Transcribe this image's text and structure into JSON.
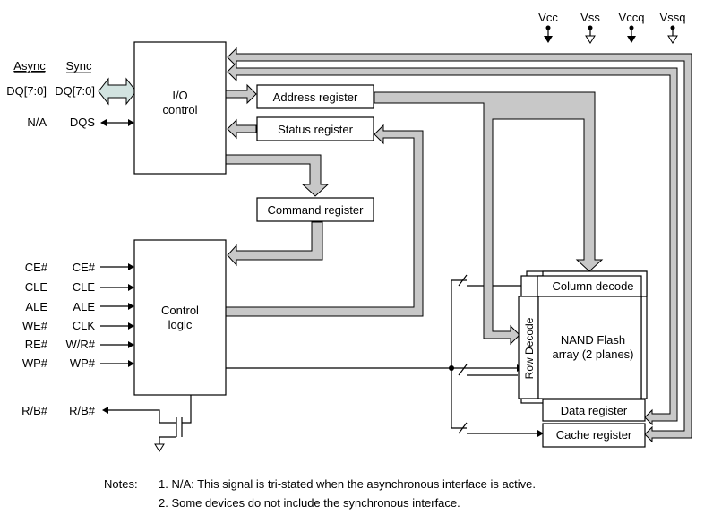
{
  "power_pins": [
    "Vcc",
    "Vss",
    "Vccq",
    "Vssq"
  ],
  "interface_headers": {
    "async": "Async",
    "sync": "Sync"
  },
  "io_signals": [
    {
      "async": "DQ[7:0]",
      "sync": "DQ[7:0]"
    },
    {
      "async": "N/A",
      "sync": "DQS"
    }
  ],
  "control_signals": [
    {
      "async": "CE#",
      "sync": "CE#"
    },
    {
      "async": "CLE",
      "sync": "CLE"
    },
    {
      "async": "ALE",
      "sync": "ALE"
    },
    {
      "async": "WE#",
      "sync": "CLK"
    },
    {
      "async": "RE#",
      "sync": "W/R#"
    },
    {
      "async": "WP#",
      "sync": "WP#"
    }
  ],
  "ready_busy": {
    "async": "R/B#",
    "sync": "R/B#"
  },
  "blocks": {
    "io_control": [
      "I/O",
      "control"
    ],
    "control_logic": [
      "Control",
      "logic"
    ],
    "address_register": "Address register",
    "status_register": "Status register",
    "command_register": "Command register",
    "column_decode": "Column decode",
    "row_decode": "Row Decode",
    "nand_array": [
      "NAND Flash",
      "array (2 planes)"
    ],
    "data_register": "Data register",
    "cache_register": "Cache register"
  },
  "notes": {
    "label": "Notes:",
    "items": [
      "1.  N/A: This signal is tri-stated when the asynchronous interface is active.",
      "2.  Some devices do not include the synchronous interface."
    ]
  }
}
